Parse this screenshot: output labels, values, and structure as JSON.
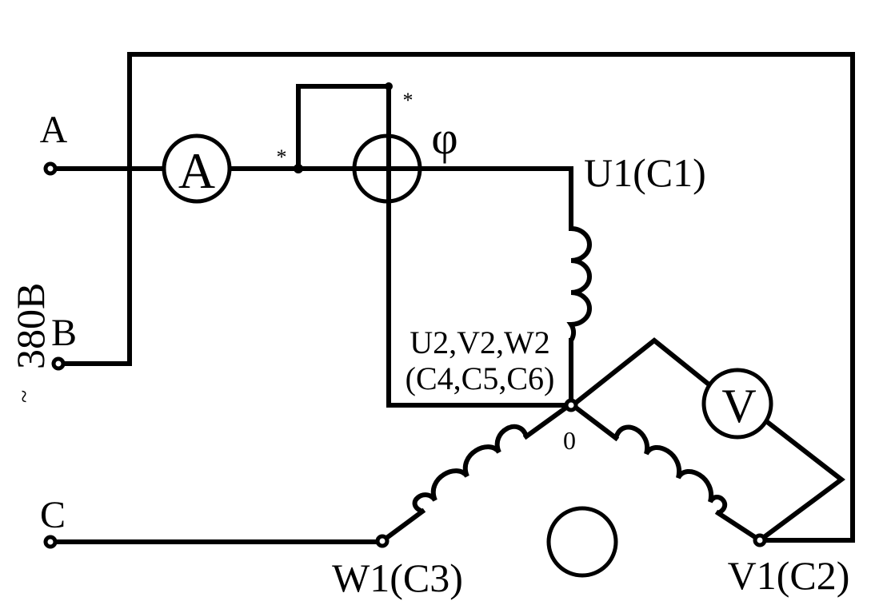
{
  "terminals": {
    "a": "A",
    "b": "B",
    "c": "C"
  },
  "supply_label": "380B",
  "tilde": "~",
  "meters": {
    "ammeter": "A",
    "voltmeter": "V",
    "phase_meter": "φ"
  },
  "polarity_marks": [
    "*",
    "*"
  ],
  "winding_labels": {
    "u1": "U1(C1)",
    "v1": "V1(C2)",
    "w1": "W1(C3)",
    "star_line1": "U2,V2,W2",
    "star_line2": "(C4,C5,C6)",
    "neutral": "0"
  },
  "colors": {
    "line": "#000000",
    "background": "#ffffff"
  }
}
